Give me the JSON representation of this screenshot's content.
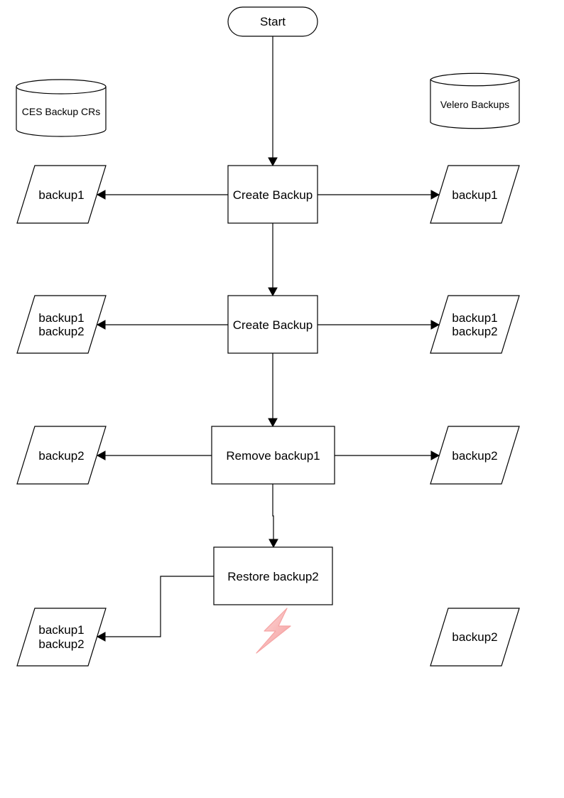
{
  "start": {
    "label": "Start"
  },
  "stores": {
    "ces": {
      "label": "CES Backup CRs"
    },
    "velero": {
      "label": "Velero Backups"
    }
  },
  "steps": [
    {
      "label": "Create Backup"
    },
    {
      "label": "Create Backup"
    },
    {
      "label": "Remove backup1"
    },
    {
      "label": "Restore backup2"
    }
  ],
  "ces_states": [
    {
      "lines": [
        "backup1"
      ]
    },
    {
      "lines": [
        "backup1",
        "backup2"
      ]
    },
    {
      "lines": [
        "backup2"
      ]
    },
    {
      "lines": [
        "backup1",
        "backup2"
      ]
    }
  ],
  "velero_states": [
    {
      "lines": [
        "backup1"
      ]
    },
    {
      "lines": [
        "backup1",
        "backup2"
      ]
    },
    {
      "lines": [
        "backup2"
      ]
    },
    {
      "lines": [
        "backup2"
      ]
    }
  ],
  "colors": {
    "stroke": "#000000",
    "fill": "#ffffff",
    "error_bolt": "#f8b0b0"
  },
  "icons": {
    "error": "lightning-bolt-icon"
  }
}
